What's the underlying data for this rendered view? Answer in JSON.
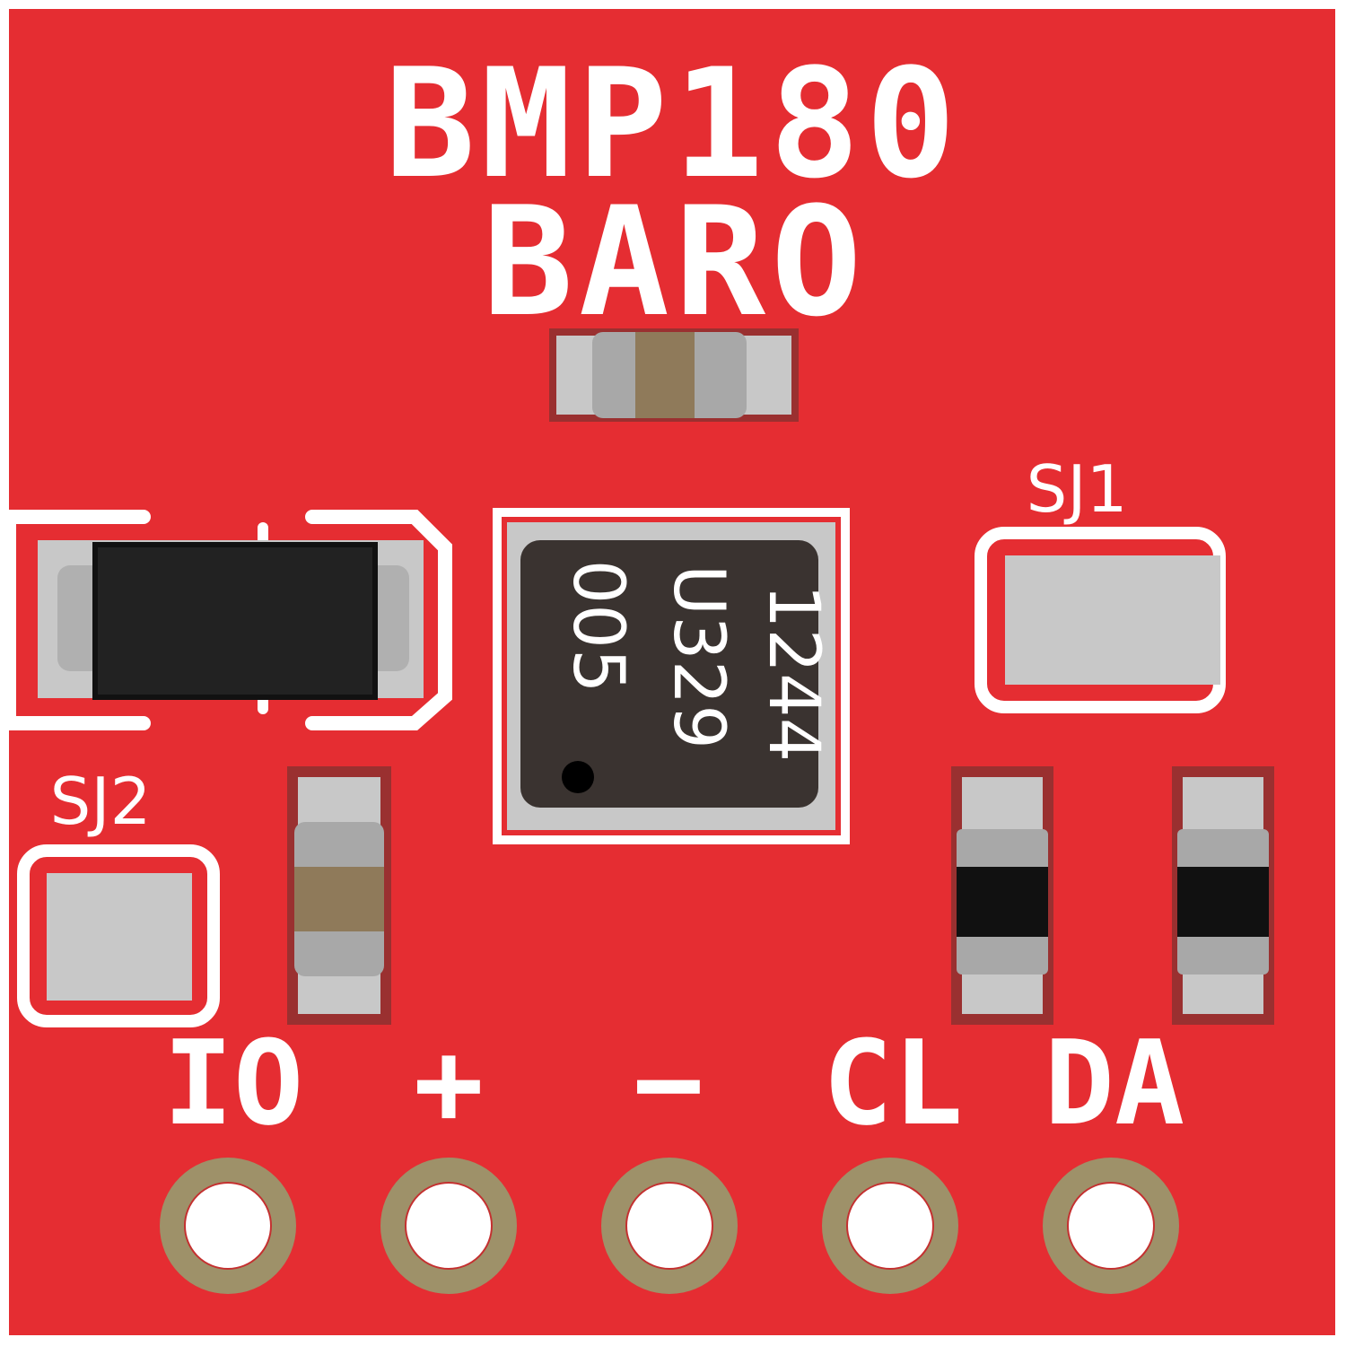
{
  "board": {
    "title_line1": "BMP180",
    "title_line2": "BARO",
    "jumper_sj1": "SJ1",
    "jumper_sj2": "SJ2",
    "chip_marking": [
      "1244",
      "U329",
      "005"
    ],
    "pins": [
      "IO",
      "+",
      "−",
      "CL",
      "DA"
    ]
  },
  "colors": {
    "board": "#e52d32",
    "silkscreen": "#ffffff",
    "pad": "#c8c8c8",
    "pad_gold": "#9e9169",
    "chip_body": "#3a3330",
    "diode_body": "#222222",
    "capacitor_body": "#8f7a5a"
  }
}
